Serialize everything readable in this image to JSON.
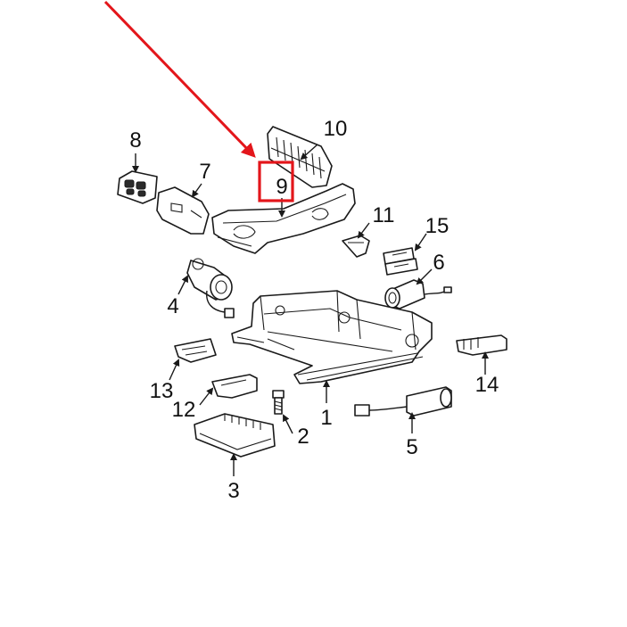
{
  "callouts": {
    "n1": "1",
    "n2": "2",
    "n3": "3",
    "n4": "4",
    "n5": "5",
    "n6": "6",
    "n7": "7",
    "n8": "8",
    "n9": "9",
    "n10": "10",
    "n11": "11",
    "n12": "12",
    "n13": "13",
    "n14": "14",
    "n15": "15"
  },
  "highlight": {
    "callout": "9",
    "color": "#e3161b"
  },
  "colors": {
    "ink": "#1a1a1a",
    "background": "#ffffff",
    "arrow": "#e3161b"
  }
}
